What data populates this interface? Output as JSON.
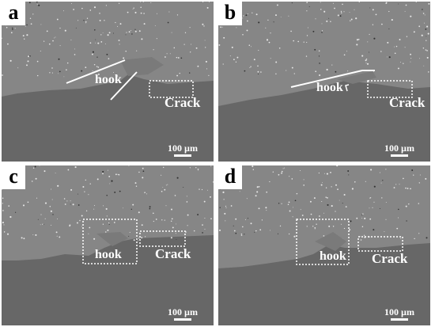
{
  "panels": [
    {
      "letter": "a",
      "hook_label": "hook",
      "crack_label": "Crack",
      "scale_label": "100 µm"
    },
    {
      "letter": "b",
      "hook_label": "hook",
      "crack_label": "Crack",
      "scale_label": "100 µm"
    },
    {
      "letter": "c",
      "hook_label": "hook",
      "crack_label": "Crack",
      "scale_label": "100 µm"
    },
    {
      "letter": "d",
      "hook_label": "hook",
      "crack_label": "Crack",
      "scale_label": "100 µm"
    }
  ],
  "colors": {
    "upper_region": "#858585",
    "lower_region": "#686868",
    "annotation": "#ffffff",
    "background": "#ffffff"
  }
}
